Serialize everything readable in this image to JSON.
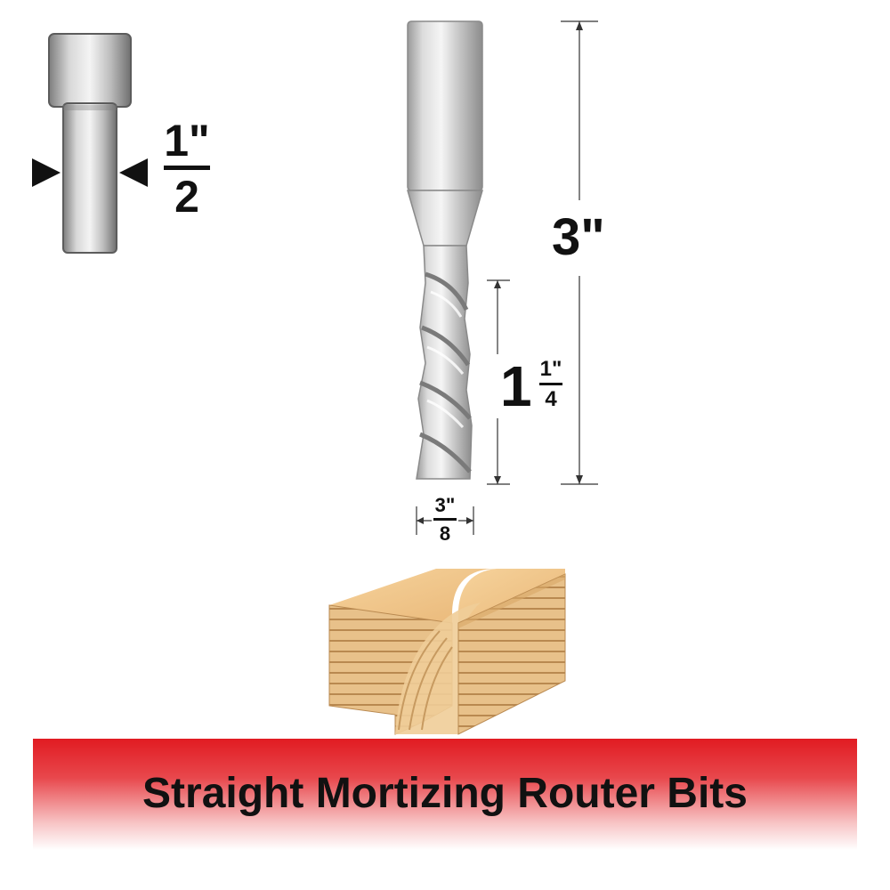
{
  "shank_diameter": {
    "whole": "1",
    "unit": "\"",
    "numerator": "",
    "denominator": "2"
  },
  "overall_length": {
    "value": "3",
    "unit": "\""
  },
  "cutting_length": {
    "whole": "1",
    "numerator": "1",
    "unit": "\"",
    "denominator": "4"
  },
  "cutting_diameter": {
    "numerator": "3",
    "unit": "\"",
    "denominator": "8"
  },
  "banner": {
    "title": "Straight Mortizing Router Bits"
  },
  "colors": {
    "banner_red": "#e11b22",
    "text": "#111111",
    "steel_light": "#e8e8e8",
    "steel_dark": "#8a8a8a",
    "wood_light": "#f3c98c",
    "wood_dark": "#c7955a"
  },
  "icons": [
    "shank-icon",
    "router-bit-icon",
    "wood-block-icon",
    "arrow-right-icon",
    "arrow-left-icon"
  ]
}
